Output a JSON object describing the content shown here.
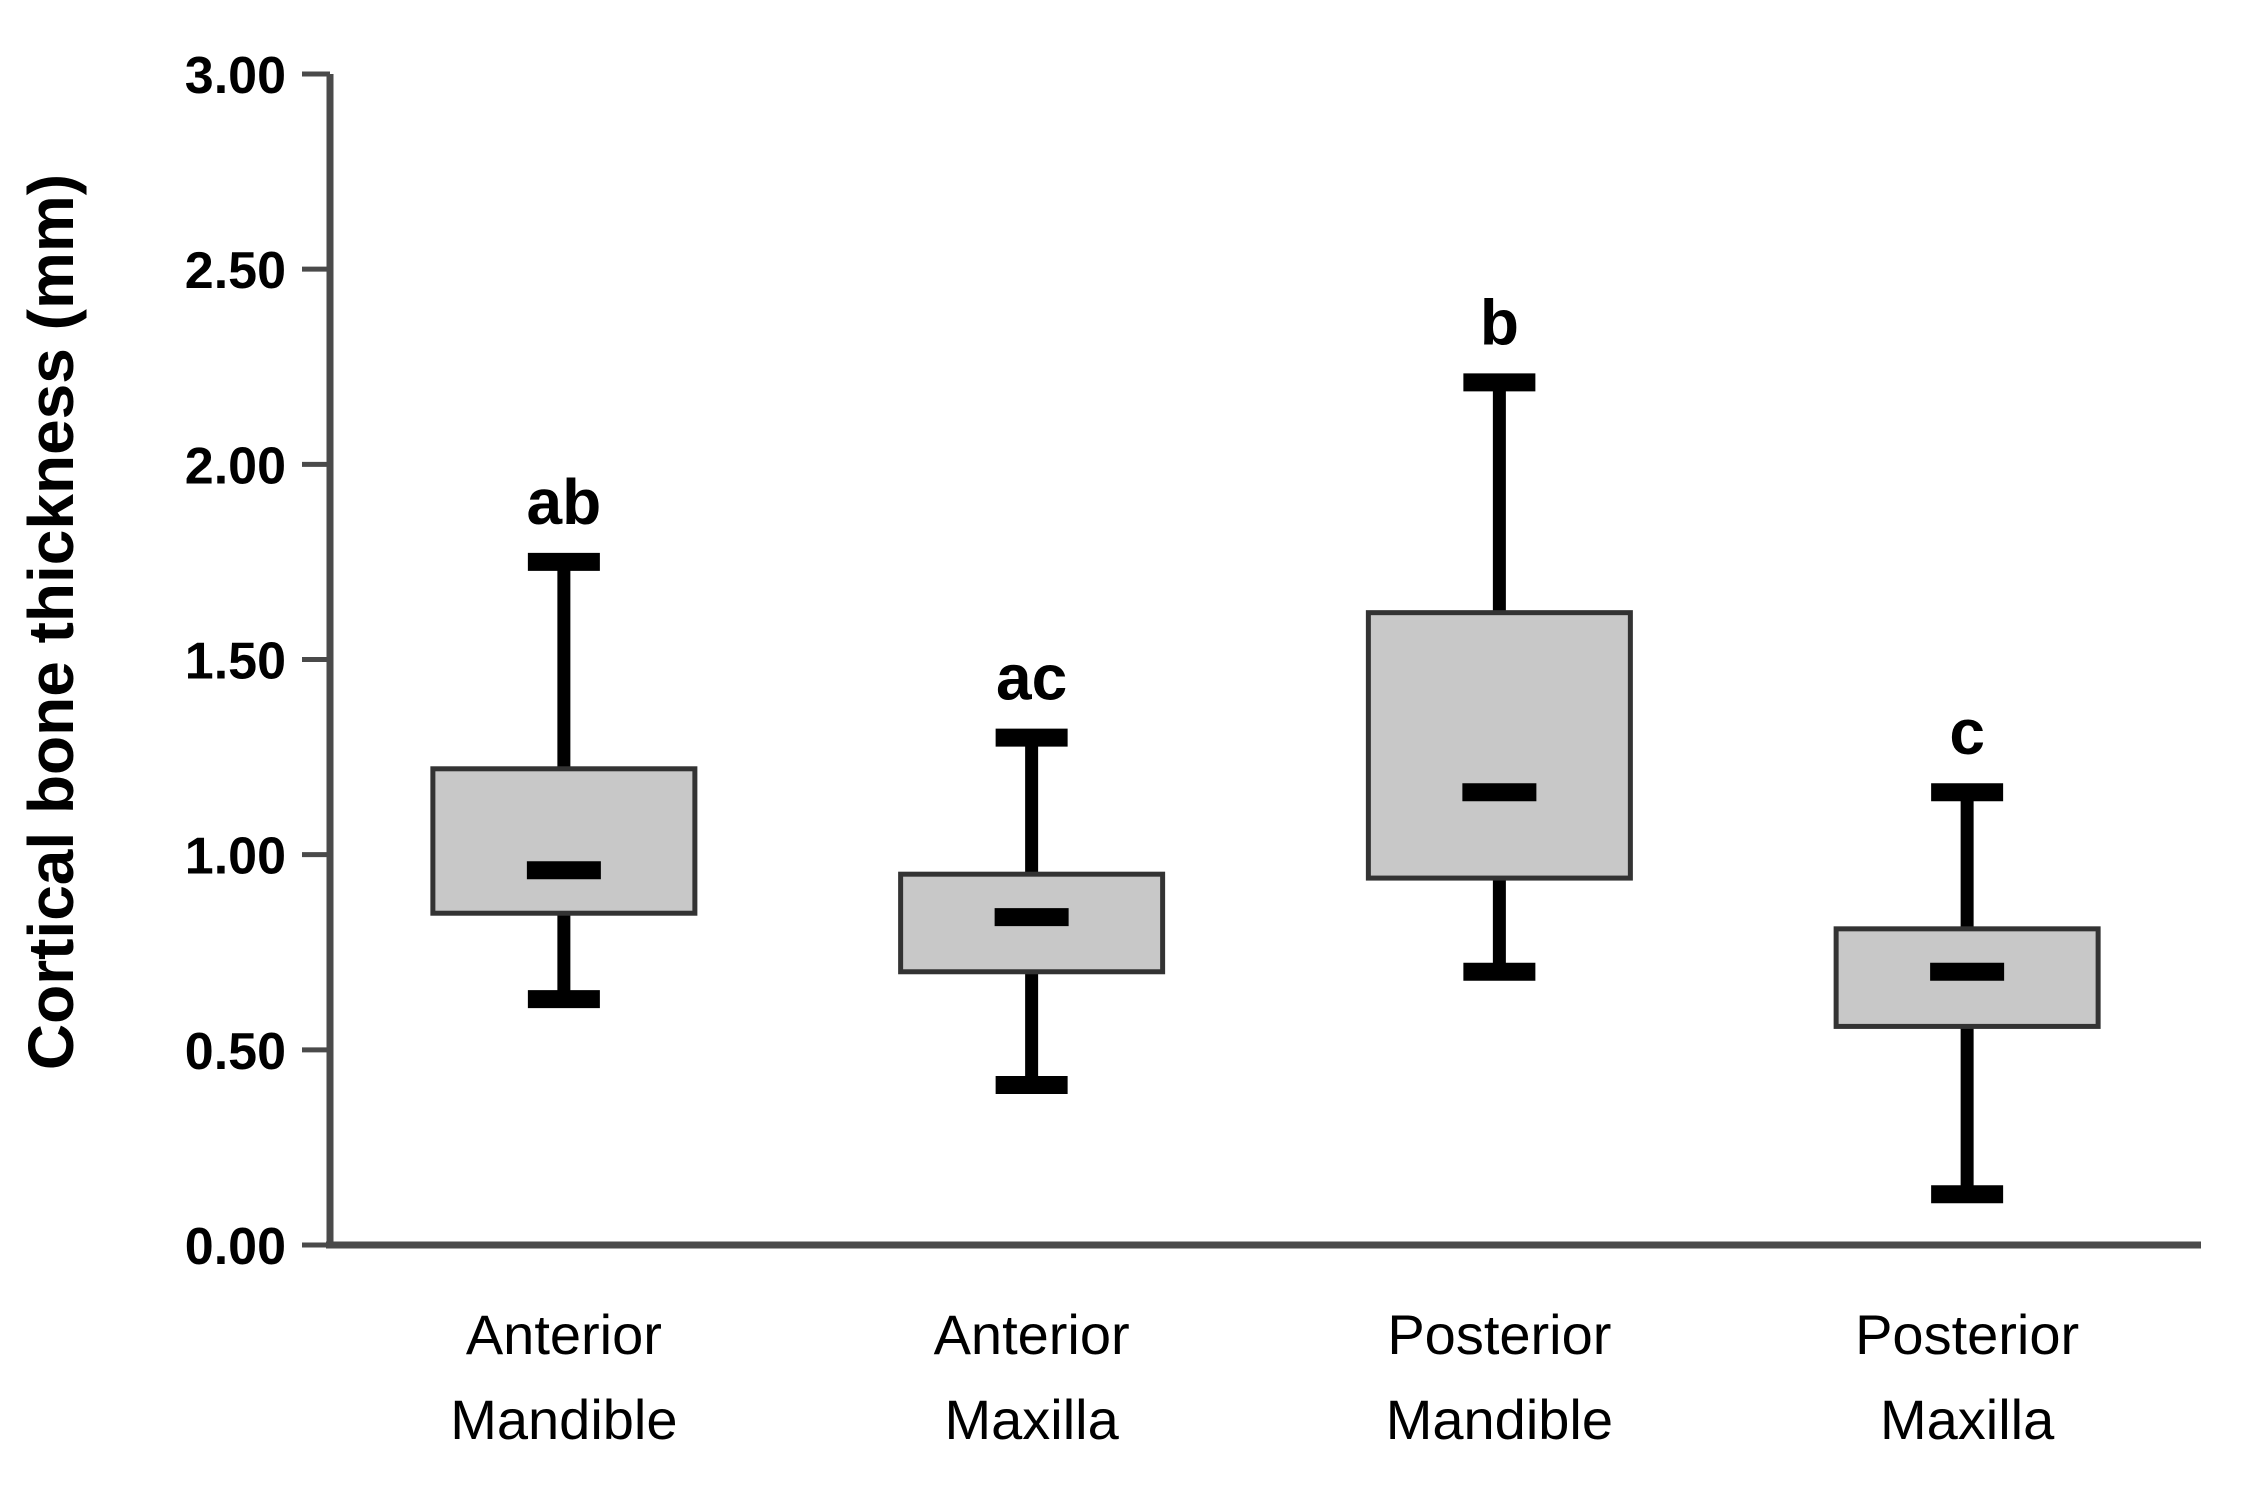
{
  "chart_data": {
    "type": "box",
    "title": "",
    "xlabel": "",
    "ylabel": "Cortical bone thickness (mm)",
    "ylim": [
      0,
      3
    ],
    "yticks": [
      "0.00",
      "0.50",
      "1.00",
      "1.50",
      "2.00",
      "2.50",
      "3.00"
    ],
    "ytick_values": [
      0,
      0.5,
      1.0,
      1.5,
      2.0,
      2.5,
      3.0
    ],
    "grid": false,
    "legend": null,
    "categories": [
      {
        "label": "Anterior Mandible",
        "label_lines": [
          "Anterior",
          "Mandible"
        ],
        "sig": "ab",
        "stats": {
          "min": 0.63,
          "q1": 0.85,
          "median": 0.96,
          "q3": 1.22,
          "max": 1.75
        }
      },
      {
        "label": "Anterior Maxilla",
        "label_lines": [
          "Anterior",
          "Maxilla"
        ],
        "sig": "ac",
        "stats": {
          "min": 0.41,
          "q1": 0.7,
          "median": 0.84,
          "q3": 0.95,
          "max": 1.3
        }
      },
      {
        "label": "Posterior Mandible",
        "label_lines": [
          "Posterior",
          "Mandible"
        ],
        "sig": "b",
        "stats": {
          "min": 0.7,
          "q1": 0.94,
          "median": 1.16,
          "q3": 1.62,
          "max": 2.21
        }
      },
      {
        "label": "Posterior Maxilla",
        "label_lines": [
          "Posterior",
          "Maxilla"
        ],
        "sig": "c",
        "stats": {
          "min": 0.13,
          "q1": 0.56,
          "median": 0.7,
          "q3": 0.81,
          "max": 1.16
        }
      }
    ],
    "colors": {
      "background": "#ffffff",
      "box_fill": "#c8c8c8",
      "box_border": "#333333",
      "whisker": "#000000",
      "median": "#000000",
      "axis": "#4a4a4a",
      "text": "#000000"
    }
  }
}
